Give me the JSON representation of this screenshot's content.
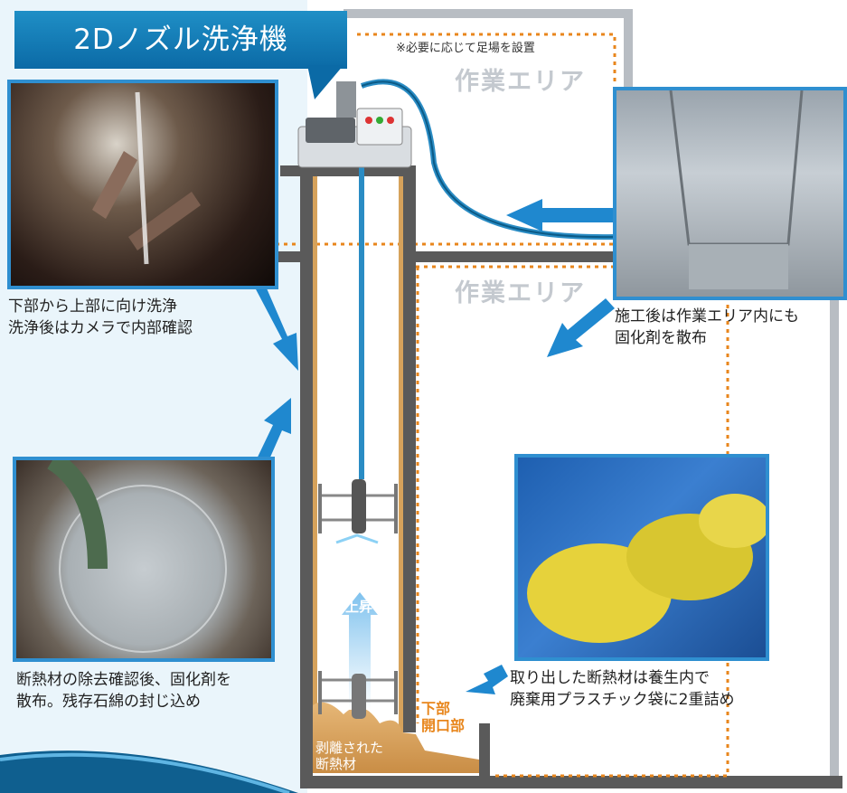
{
  "title": "2Dノズル洗浄機",
  "note": "※必要に応じて足場を設置",
  "work_area_top": "作業エリア",
  "work_area_mid": "作業エリア",
  "captions": {
    "top_left": [
      "下部から上部に向け洗浄",
      "洗浄後はカメラで内部確認"
    ],
    "top_right": [
      "施工後は作業エリア内にも",
      "固化剤を散布"
    ],
    "bottom_left": [
      "断熱材の除去確認後、固化剤を",
      "散布。残存石綿の封じ込め"
    ],
    "bottom_right": [
      "取り出した断熱材は養生内で",
      "廃棄用プラスチック袋に2重詰め"
    ]
  },
  "shaft_labels": {
    "rise": "上昇",
    "lower_opening": [
      "下部",
      "開口部"
    ],
    "peeled_insulation": [
      "剥離された",
      "断熱材"
    ]
  },
  "colors": {
    "accent_blue": "#2f8fd0",
    "arrow_blue": "#1f88cf",
    "wall_gray": "#5a5a5a",
    "dotted_orange": "#e8861c",
    "insulation_tan": "#d6a25b"
  }
}
